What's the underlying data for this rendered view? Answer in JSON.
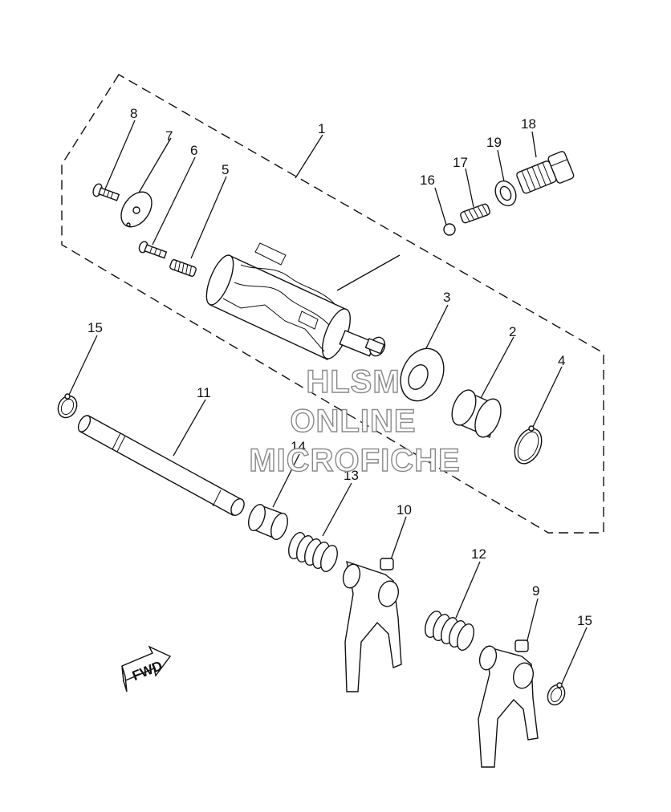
{
  "callouts": {
    "c1": "1",
    "c2": "2",
    "c3": "3",
    "c4": "4",
    "c5": "5",
    "c6": "6",
    "c7": "7",
    "c8": "8",
    "c9": "9",
    "c10": "10",
    "c11": "11",
    "c12": "12",
    "c13": "13",
    "c14": "14",
    "c15a": "15",
    "c15b": "15",
    "c16": "16",
    "c17": "17",
    "c18": "18",
    "c19": "19"
  },
  "watermark": {
    "line1": "HLSM",
    "line2": "ONLINE",
    "line3": "MICROFICHE"
  },
  "fwd_label": "FWD"
}
